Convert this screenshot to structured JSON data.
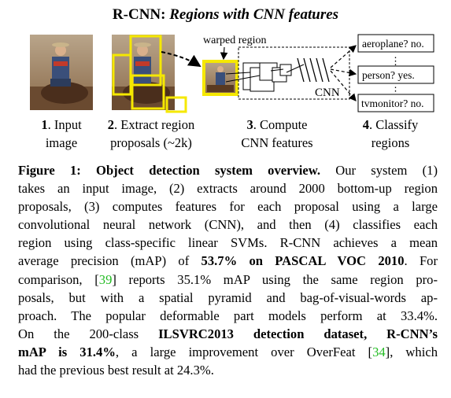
{
  "figure": {
    "title": {
      "plain": "R-CNN: ",
      "italic": "Regions with CNN features"
    },
    "warped_label": "warped region",
    "cnn_label": "CNN",
    "classes": [
      "aeroplane? no.",
      "person? yes.",
      "tvmonitor? no."
    ],
    "dots": "⋮",
    "stages": [
      {
        "num": "1",
        "line1": ". Input",
        "line2": "image"
      },
      {
        "num": "2",
        "line1": ". Extract region",
        "line2": "proposals (~2k)"
      },
      {
        "num": "3",
        "line1": ". Compute",
        "line2": "CNN features"
      },
      {
        "num": "4",
        "line1": ". Classify",
        "line2": "regions"
      }
    ]
  },
  "caption": {
    "lines": [
      [
        {
          "t": "Figure 1: Object detection system overview.",
          "b": true
        },
        {
          "t": "  Our system (1)"
        }
      ],
      [
        {
          "t": "takes an input image, (2) extracts around 2000 bottom-up region"
        }
      ],
      [
        {
          "t": "proposals, (3) computes features for each proposal using a large"
        }
      ],
      [
        {
          "t": "convolutional neural network (CNN), and then (4) classifies each"
        }
      ],
      [
        {
          "t": "region using class-specific linear SVMs. R-CNN achieves a mean"
        }
      ],
      [
        {
          "t": "average precision (mAP) of "
        },
        {
          "t": "53.7%",
          "b": true
        },
        {
          "t": " "
        },
        {
          "t": "on PASCAL VOC 2010",
          "b": true
        },
        {
          "t": ". For"
        }
      ],
      [
        {
          "t": "comparison, ["
        },
        {
          "t": "39",
          "ref": true
        },
        {
          "t": "] reports 35.1% mAP using the same region pro-"
        }
      ],
      [
        {
          "t": "posals, but with a spatial pyramid and bag-of-visual-words ap-"
        }
      ],
      [
        {
          "t": "proach.  The popular deformable part models perform at 33.4%."
        }
      ],
      [
        {
          "t": "On the 200-class "
        },
        {
          "t": "ILSVRC2013 detection dataset, R-CNN’s",
          "b": true
        }
      ],
      [
        {
          "t": "mAP is 31.4%",
          "b": true
        },
        {
          "t": ", a large improvement over OverFeat ["
        },
        {
          "t": "34",
          "ref": true
        },
        {
          "t": "], which"
        }
      ],
      [
        {
          "t": "had the previous best result at 24.3%."
        }
      ]
    ]
  }
}
